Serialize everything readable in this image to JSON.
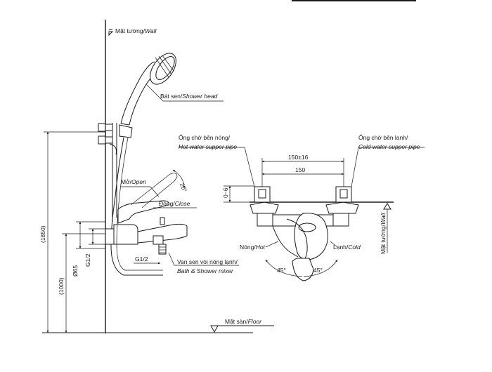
{
  "labels": {
    "wall_left": {
      "vi": "Mặt tường/",
      "en": "Wall"
    },
    "shower_head": {
      "vi": "Bát sen/",
      "en": "Shower head"
    },
    "open": {
      "vi": "Mở/",
      "en": "Open"
    },
    "close": {
      "vi": "Đóng/",
      "en": "Close"
    },
    "mixer_line1": "Van sen vòi nóng lạnh/",
    "mixer_line2": "Bath & Shower mixer",
    "floor": {
      "vi": "Mặt sàn/",
      "en": "Floor"
    },
    "hot_pipe_line1": "Ống chờ bên nóng/",
    "hot_pipe_line2": "Hot water supper pipe",
    "cold_pipe_line1": "Ống chờ bên lạnh/",
    "cold_pipe_line2": "Cold water supper pipe",
    "hot": {
      "vi": "Nóng/",
      "en": "Hot"
    },
    "cold": {
      "vi": "Lạnh/",
      "en": "Cold"
    },
    "wall_right": {
      "vi": "Mặt tường/",
      "en": "Wall"
    }
  },
  "dimensions": {
    "total_height": "(1850)",
    "mixer_height": "(1000)",
    "diameter": "Ø65",
    "thread_left": "G1/2",
    "thread_bottom": "G1/2",
    "lever_angle": "20°",
    "center_tol": "150±16",
    "center": "150",
    "offset": "0~6",
    "angle_left": "45°",
    "angle_right": "45°"
  }
}
